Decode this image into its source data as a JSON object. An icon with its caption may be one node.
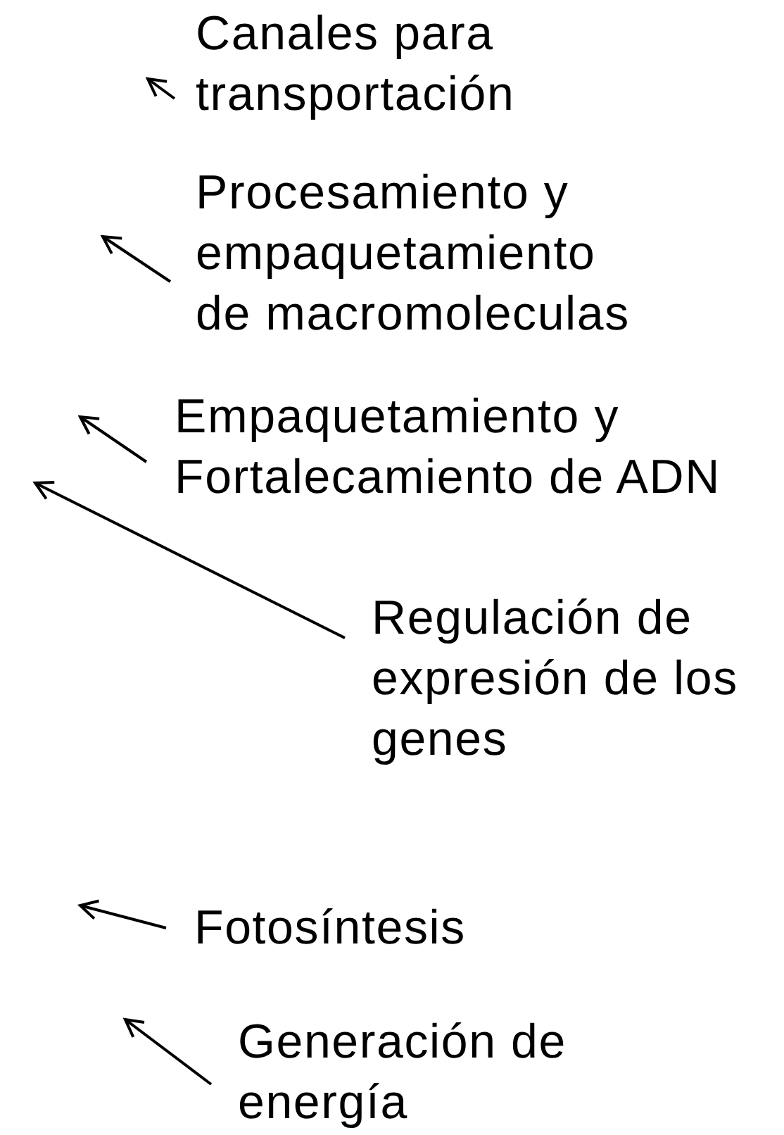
{
  "diagram": {
    "nodes": [
      {
        "text": [
          "Canales para transportación"
        ]
      },
      {
        "text": [
          "Procesamiento y empaquetamiento de macromoleculas"
        ]
      },
      {
        "text": [
          "Empaquetamiento y Fortalecamiento de ADN"
        ]
      },
      {
        "text": [
          "Regulación de expresión de los genes"
        ]
      },
      {
        "text": [
          "Fotosíntesis"
        ]
      },
      {
        "text": [
          "Generación de energía"
        ]
      }
    ],
    "edges": [
      {
        "from": 0,
        "to": null,
        "arrow": "to"
      },
      {
        "from": 1,
        "to": null,
        "arrow": "to"
      },
      {
        "from": 2,
        "to": null,
        "arrow": "to"
      },
      {
        "from": 3,
        "to": null,
        "arrow": "to"
      },
      {
        "from": 4,
        "to": null,
        "arrow": "to"
      },
      {
        "from": 5,
        "to": null,
        "arrow": "to"
      }
    ]
  }
}
